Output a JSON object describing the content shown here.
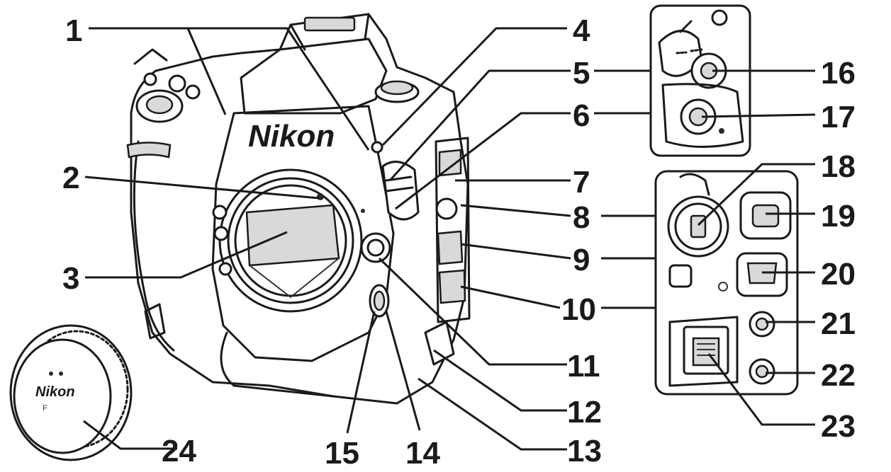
{
  "callouts": [
    "1",
    "2",
    "3",
    "4",
    "5",
    "6",
    "7",
    "8",
    "9",
    "10",
    "11",
    "12",
    "13",
    "14",
    "15",
    "16",
    "17",
    "18",
    "19",
    "20",
    "21",
    "22",
    "23",
    "24"
  ],
  "body_logo": "Nikon",
  "cap_logo": "Nikon"
}
